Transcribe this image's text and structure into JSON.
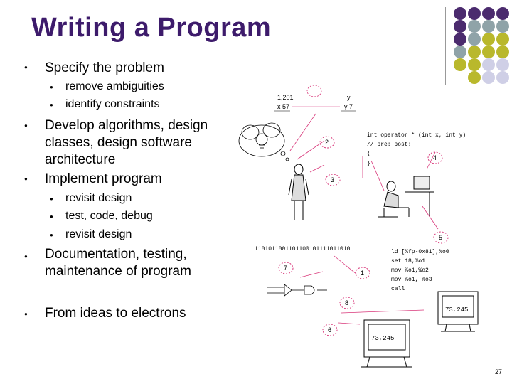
{
  "title": "Writing a Program",
  "bullets": [
    {
      "text": "Specify the problem",
      "sub": [
        "remove ambiguities",
        "identify constraints"
      ]
    },
    {
      "text": "Develop algorithms, design classes, design software architecture",
      "sub": []
    },
    {
      "text": "Implement program",
      "sub": [
        "revisit design",
        "test, code, debug",
        "revisit design"
      ]
    },
    {
      "text": "Documentation, testing, maintenance of program",
      "sub": []
    },
    {
      "text": "From ideas to electrons",
      "sub": []
    }
  ],
  "diagram": {
    "input_left": "1,201",
    "input_left2": "x 57",
    "input_right": "y",
    "input_right2": "y 7",
    "code_line1": "int operator * (int x, int y)",
    "code_line2": "// pre:  post:",
    "code_line3": "{",
    "code_line4": "}",
    "binary": "1101011001101100101111011010",
    "asm1": "ld [%fp-0x81],%o0",
    "asm2": "set 18,%o1",
    "asm3": "mov %o1,%o2",
    "asm4": "mov %o1, %o3",
    "asm5": "call",
    "result1": "73,245",
    "result2": "73,245",
    "steps": [
      "1",
      "2",
      "3",
      "4",
      "5",
      "6",
      "7",
      "8"
    ]
  },
  "page_number": "27",
  "colors": {
    "title": "#3d1b6b",
    "purple": "#4b2b6e",
    "gray": "#8fa3a8",
    "olive": "#b9b82c",
    "lavender": "#cfcfe6"
  }
}
